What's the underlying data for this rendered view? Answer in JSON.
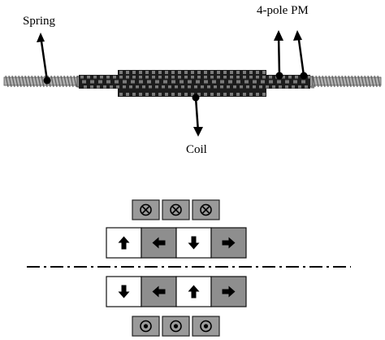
{
  "labels": {
    "spring": "Spring",
    "pm": "4-pole PM",
    "coil": "Coil"
  },
  "colors": {
    "rod": "#9a9a9a",
    "stack": "#1c1c1c",
    "tooth": "#7a7a7a",
    "magnet_gray": "#8e8e8e",
    "magnet_white": "#ffffff",
    "coil_box": "#9a9a9a",
    "line": "#000000"
  },
  "coil_rows": {
    "top": [
      "cross",
      "cross",
      "cross"
    ],
    "bottom": [
      "dot",
      "dot",
      "dot"
    ]
  },
  "magnet_rows": {
    "top": [
      {
        "fill": "white",
        "arrow": "up-arrow"
      },
      {
        "fill": "gray",
        "arrow": "left-arrow"
      },
      {
        "fill": "white",
        "arrow": "down-arrow"
      },
      {
        "fill": "gray",
        "arrow": "right-arrow"
      }
    ],
    "bottom": [
      {
        "fill": "white",
        "arrow": "down-arrow"
      },
      {
        "fill": "gray",
        "arrow": "left-arrow"
      },
      {
        "fill": "white",
        "arrow": "up-arrow"
      },
      {
        "fill": "gray",
        "arrow": "right-arrow"
      }
    ]
  }
}
